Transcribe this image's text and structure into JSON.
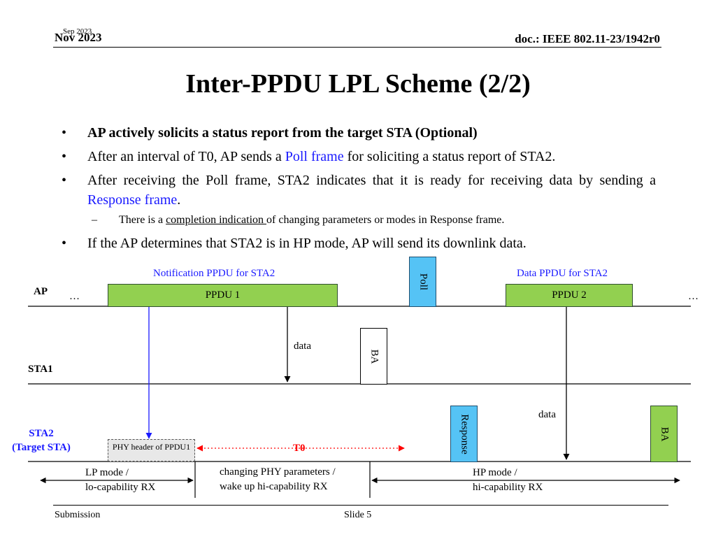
{
  "header": {
    "date": "Nov 2023",
    "date_overlap": "Sep 2023",
    "doc": "doc.: IEEE 802.11-23/1942r0"
  },
  "title": "Inter-PPDU LPL Scheme (2/2)",
  "bullets": {
    "b1": "AP actively solicits a status report from the target STA (Optional)",
    "b2_pre": "After an interval of T0, AP sends a ",
    "b2_link": "Poll frame",
    "b2_post": " for soliciting a status report of STA2.",
    "b3_pre": "After receiving the Poll frame, STA2 indicates that it is ready for receiving data by sending a ",
    "b3_link": "Response frame",
    "b3_post": ".",
    "sub_pre": "There is a ",
    "sub_ul": "completion indication ",
    "sub_post": "of changing parameters or modes in Response frame.",
    "b4": "If the AP determines that STA2 is in HP mode, AP will send its downlink data.",
    "bullet_char": "•",
    "dash_char": "–"
  },
  "diagram": {
    "notif_label": "Notification PPDU for STA2",
    "data_label_top": "Data PPDU for STA2",
    "ap": "AP",
    "sta1": "STA1",
    "sta2_line1": "STA2",
    "sta2_line2": "(Target STA)",
    "ellipsis": "…",
    "ppdu1": "PPDU 1",
    "ppdu2": "PPDU 2",
    "poll": "Poll",
    "ba": "BA",
    "response": "Response",
    "data": "data",
    "phy_header": "PHY header of PPDU1",
    "t0": "T0",
    "lp_mode_1": "LP mode /",
    "lp_mode_2": "lo-capability RX",
    "change_1": "changing PHY parameters /",
    "change_2": "wake up hi-capability RX",
    "hp_mode_1": "HP mode /",
    "hp_mode_2": "hi-capability RX",
    "colors": {
      "green": "#92d050",
      "cyan": "#55c3f5",
      "blue": "#1a1aff",
      "red": "#ff0000"
    }
  },
  "footer": {
    "left": "Submission",
    "center": "Slide 5"
  }
}
